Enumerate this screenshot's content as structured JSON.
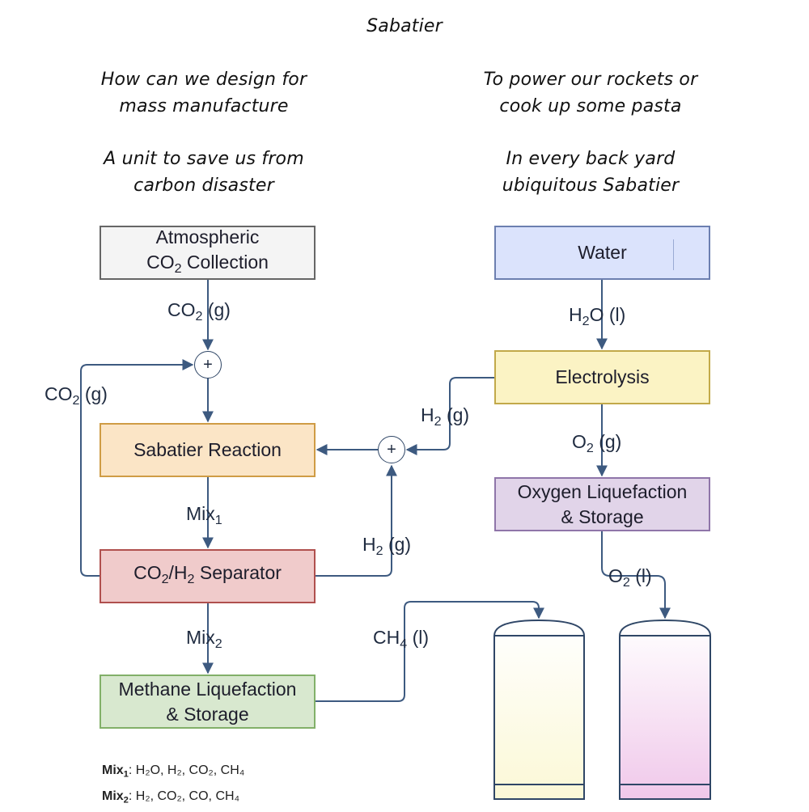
{
  "title": "Sabatier",
  "verses": {
    "top_left": "How can we design for mass manufacture",
    "bottom_left": "A unit to save us from carbon disaster",
    "top_right": "To power our rockets or cook up some pasta",
    "bottom_right": "In every back yard ubiquitous Sabatier"
  },
  "nodes": {
    "co2_collection": {
      "line1": "Atmospheric",
      "line2_pre": "CO",
      "line2_sub": "2",
      "line2_post": " Collection"
    },
    "water": "Water",
    "electrolysis": "Electrolysis",
    "sabatier_reaction": "Sabatier Reaction",
    "oxygen_storage": {
      "line1": "Oxygen Liquefaction",
      "line2": "& Storage"
    },
    "separator": {
      "a": "CO",
      "a_sub": "2",
      "slash": "/H",
      "b_sub": "2",
      "post": " Separator"
    },
    "methane_storage": {
      "line1": "Methane Liquefaction",
      "line2": "& Storage"
    }
  },
  "junctions": {
    "symbol": "+"
  },
  "edges": {
    "co2_feed": {
      "pre": "CO",
      "sub": "2",
      "post": " (g)"
    },
    "co2_recycle": {
      "pre": "CO",
      "sub": "2",
      "post": " (g)"
    },
    "water_feed": {
      "pre": "H",
      "sub": "2",
      "post": "O (l)"
    },
    "h2_from_electrolysis": {
      "pre": "H",
      "sub": "2",
      "post": " (g)"
    },
    "o2_gas": {
      "pre": "O",
      "sub": "2",
      "post": " (g)"
    },
    "mix1": {
      "pre": "Mix",
      "sub": "1"
    },
    "h2_recycle": {
      "pre": "H",
      "sub": "2",
      "post": " (g)"
    },
    "o2_liquid": {
      "pre": "O",
      "sub": "2",
      "post": " (l)"
    },
    "mix2": {
      "pre": "Mix",
      "sub": "2"
    },
    "ch4_liquid": {
      "pre": "CH",
      "sub": "4",
      "post": " (l)"
    }
  },
  "legend": {
    "mix1": {
      "key": "Mix",
      "key_sub": "1",
      "text": ": H₂O, H₂, CO₂, CH₄"
    },
    "mix2": {
      "key": "Mix",
      "key_sub": "2",
      "text": ": H₂, CO₂, CO, CH₄"
    }
  },
  "colors": {
    "line": "#3d5a80",
    "methane_tank": "#fbf8d6",
    "oxygen_tank": "#f0c8ea"
  }
}
